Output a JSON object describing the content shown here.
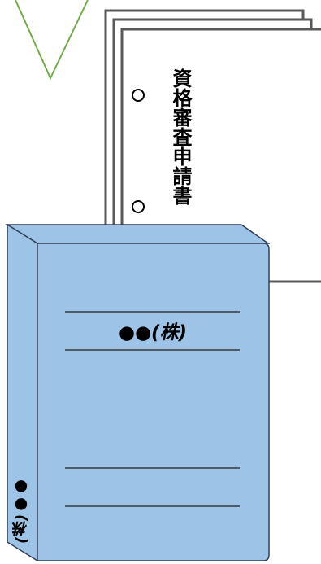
{
  "document": {
    "title": "資格審査申請書"
  },
  "binder": {
    "cover_label": "●●(株)",
    "spine_label": "(株)●●"
  },
  "colors": {
    "binder_fill": "#9dc3e6",
    "binder_outline": "#2f3f5a",
    "arrow_stroke": "#70ad47",
    "paper_stroke": "#595959"
  }
}
